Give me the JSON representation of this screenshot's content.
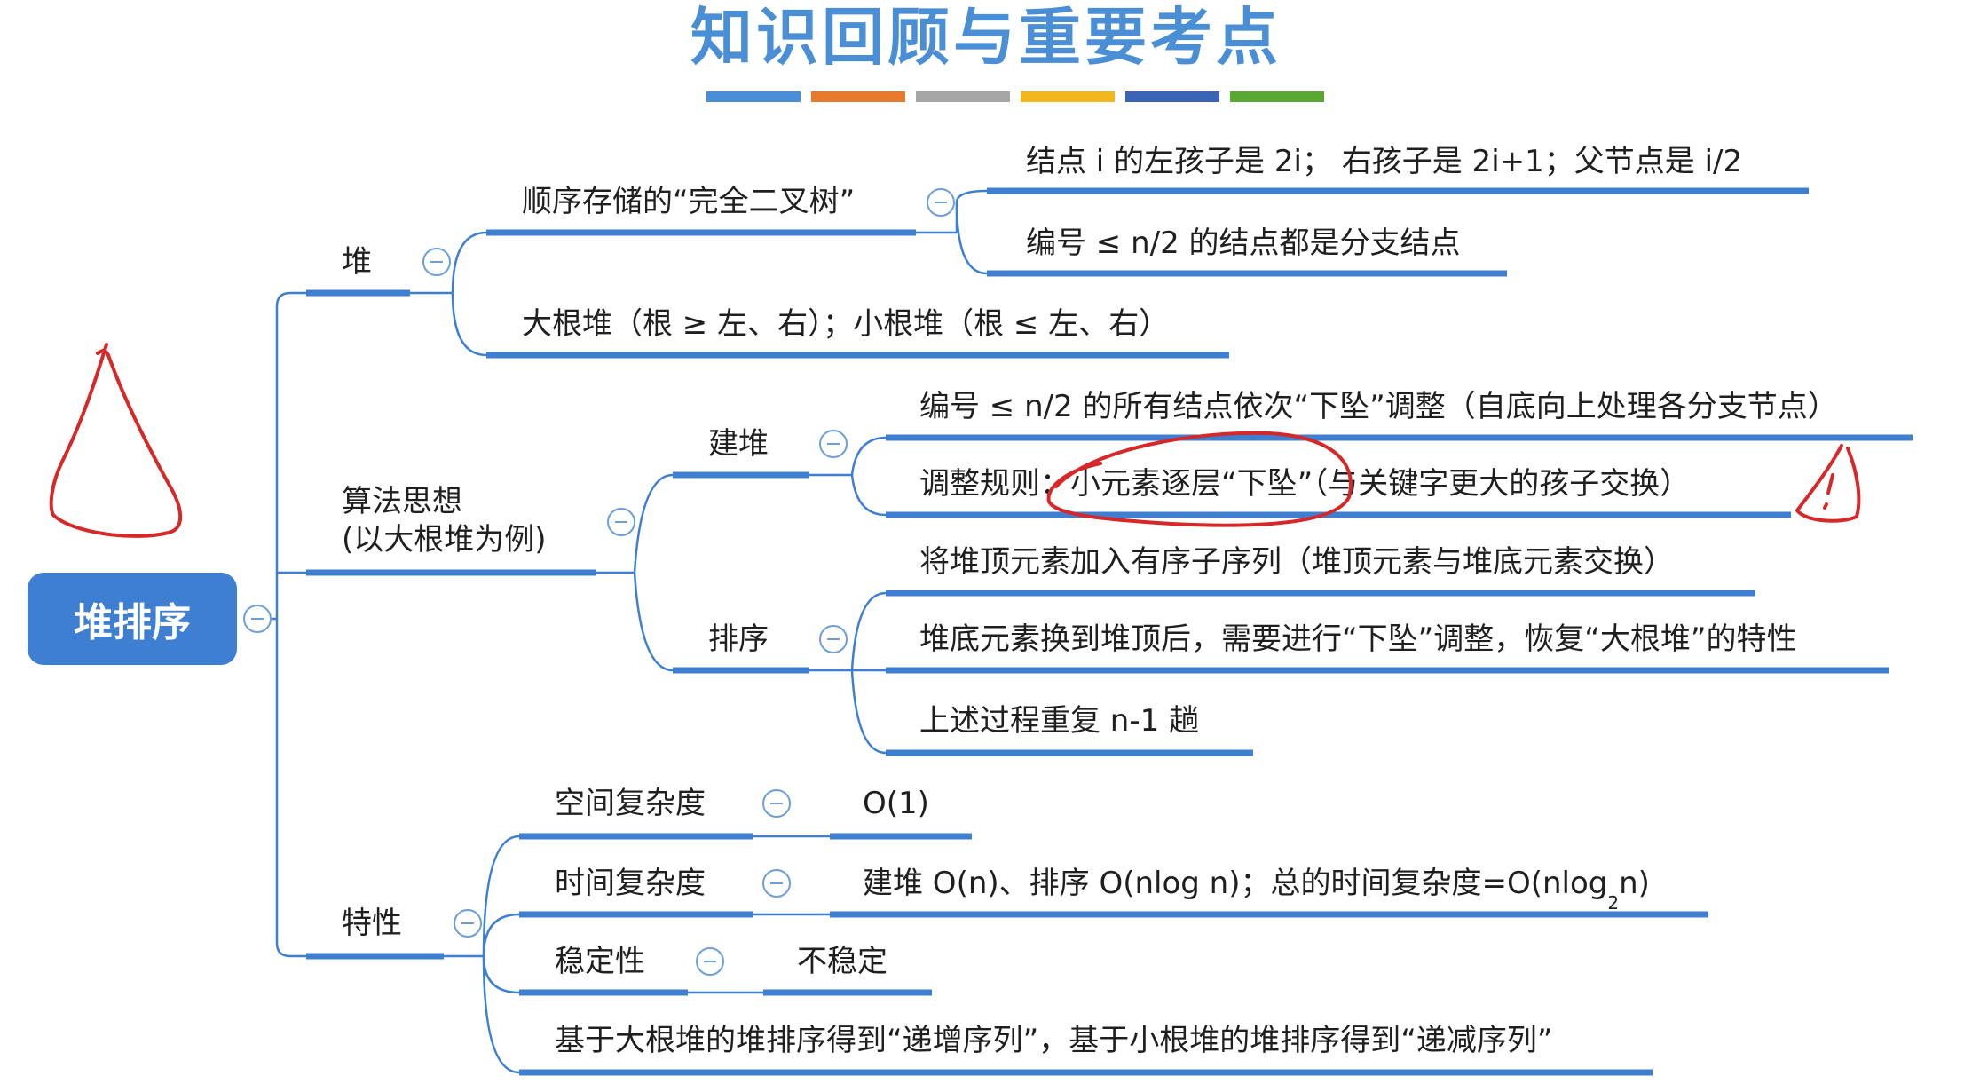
{
  "header": {
    "title": "知识回顾与重要考点",
    "accent_colors": [
      "#4a8fd6",
      "#e77a2c",
      "#a6a6a6",
      "#f2b81b",
      "#3b63b8",
      "#5aa832"
    ]
  },
  "root": {
    "label": "堆排序"
  },
  "branches": {
    "heap": {
      "label": "堆",
      "sequential": {
        "label": "顺序存储的“完全二叉树”",
        "items": [
          "结点 i 的左孩子是 2i； 右孩子是 2i+1；父节点是 i/2",
          "编号 ≤ n/2 的结点都是分支结点"
        ]
      },
      "big_small": "大根堆（根 ≥ 左、右）；小根堆（根 ≤ 左、右）"
    },
    "algorithm": {
      "label_line1": "算法思想",
      "label_line2": "(以大根堆为例)",
      "build": {
        "label": "建堆",
        "items": [
          "编号 ≤ n/2 的所有结点依次“下坠”调整（自底向上处理各分支节点）",
          "调整规则：小元素逐层“下坠”（与关键字更大的孩子交换）"
        ]
      },
      "sort": {
        "label": "排序",
        "items": [
          "将堆顶元素加入有序子序列（堆顶元素与堆底元素交换）",
          "堆底元素换到堆顶后，需要进行“下坠”调整，恢复“大根堆”的特性",
          "上述过程重复 n-1 趟"
        ]
      }
    },
    "properties": {
      "label": "特性",
      "space": {
        "label": "空间复杂度",
        "value": "O(1)"
      },
      "time": {
        "label": "时间复杂度",
        "value_main": "建堆 O(n)、排序 O(nlog n)；总的时间复杂度=O(nlog",
        "value_sub": "2",
        "value_end": "n)"
      },
      "stability": {
        "label": "稳定性",
        "value": "不稳定"
      },
      "note": "基于大根堆的堆排序得到“递增序列”，基于小根堆的堆排序得到“递减序列”"
    }
  },
  "styles": {
    "line_color": "#3e7fd2",
    "root_color": "#3e7fd2",
    "ink_color": "#d62828"
  }
}
